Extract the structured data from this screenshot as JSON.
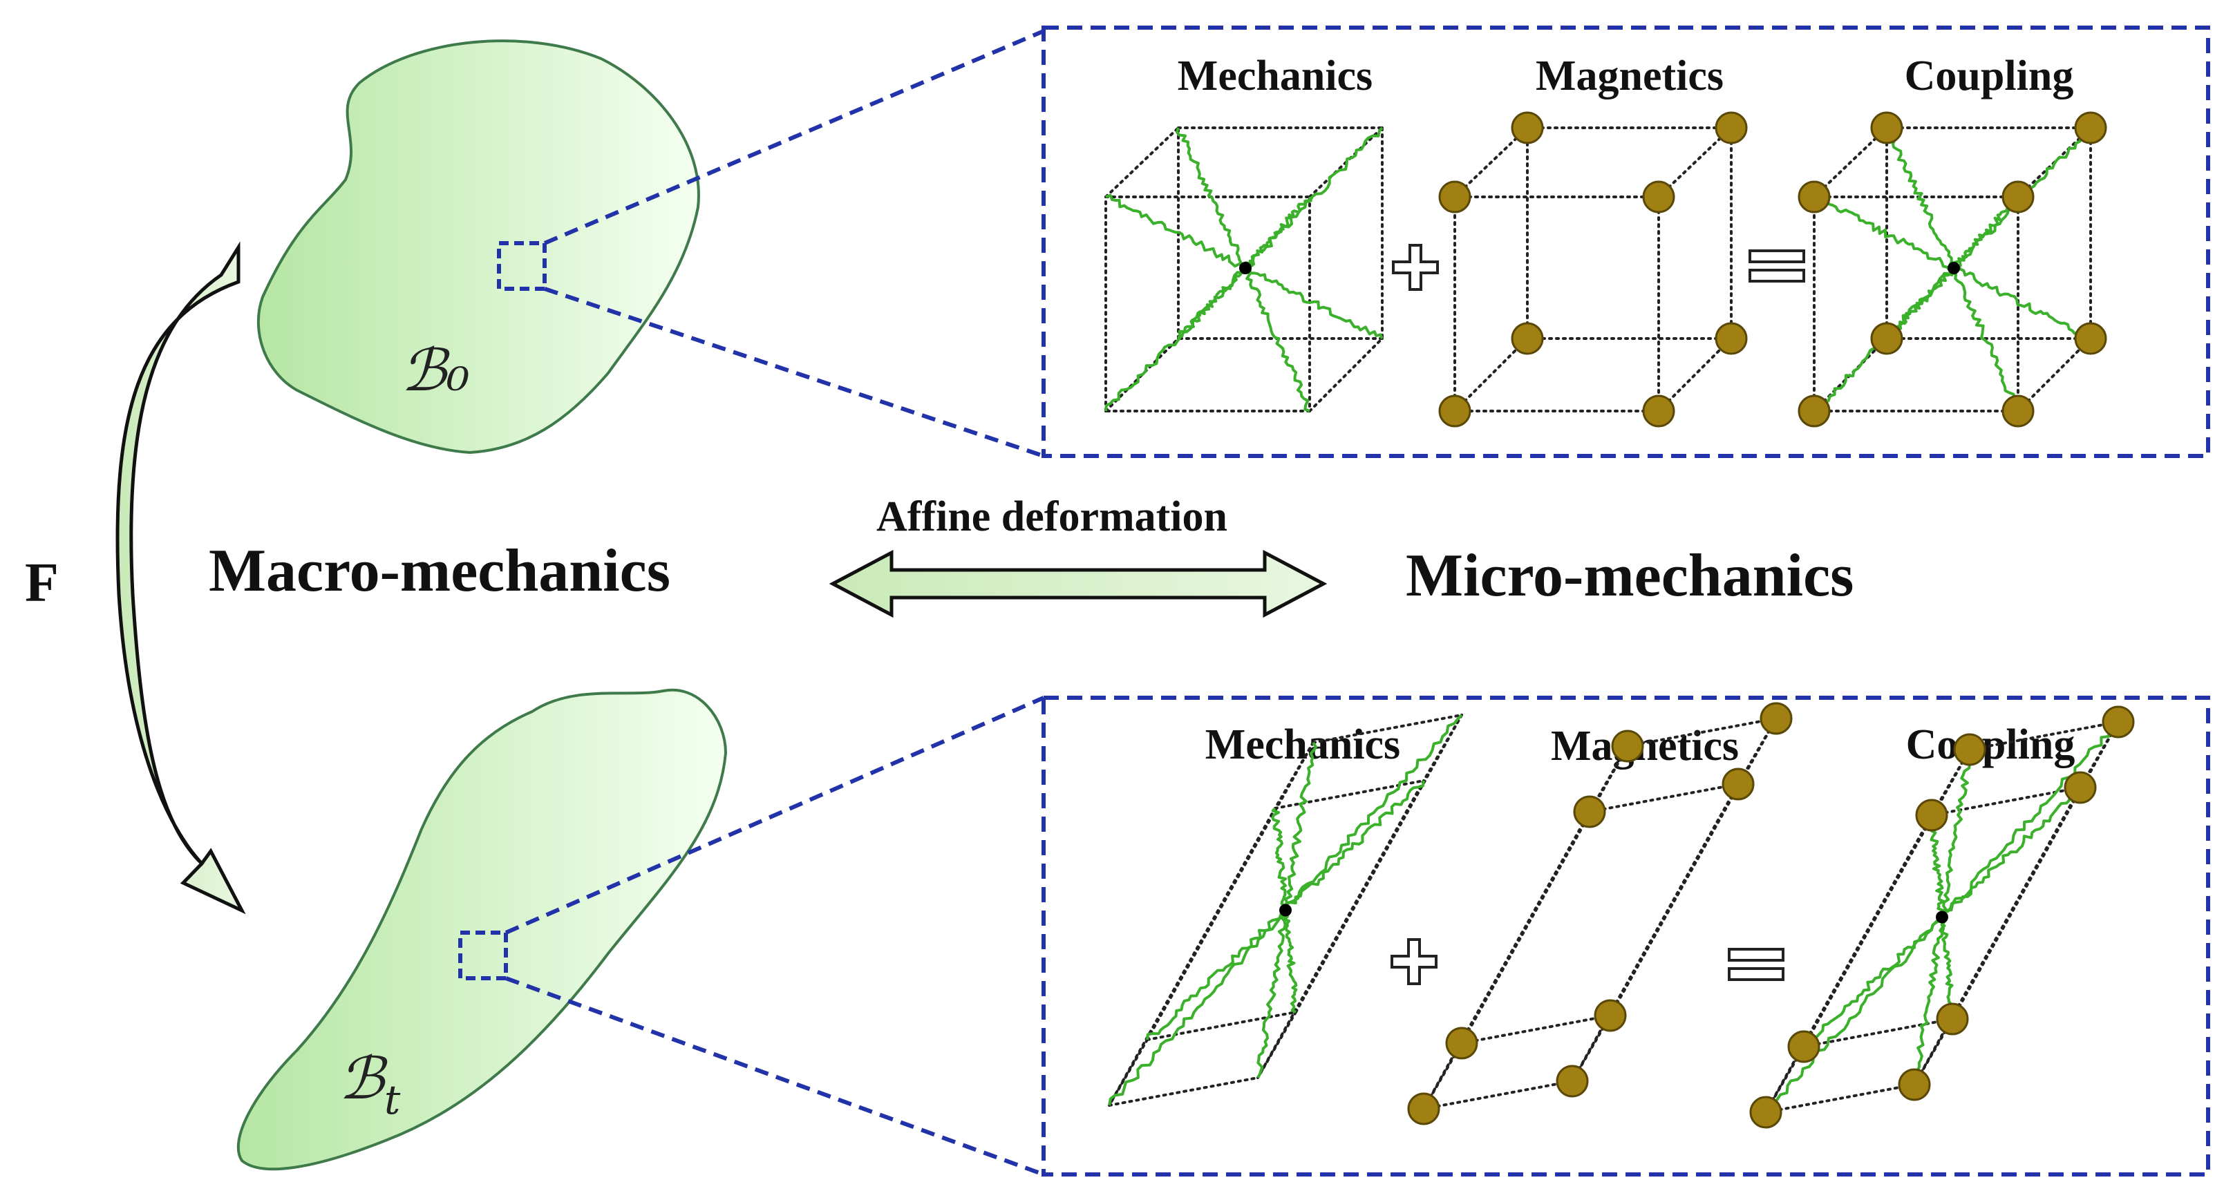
{
  "left_labels": {
    "body_reference": "ℬ₀",
    "body_current_main": "ℬ",
    "body_current_sub": "t",
    "map_label": "F"
  },
  "center": {
    "macro_label": "Macro-mechanics",
    "micro_label": "Micro-mechanics",
    "arrow_label": "Affine deformation"
  },
  "panels": [
    {
      "id": "undeformed",
      "cells": [
        {
          "title": "Mechanics"
        },
        {
          "title": "Magnetics"
        },
        {
          "title": "Coupling"
        }
      ],
      "operators": [
        "+",
        "="
      ]
    },
    {
      "id": "deformed",
      "cells": [
        {
          "title": "Mechanics"
        },
        {
          "title": "Magnetics"
        },
        {
          "title": "Coupling"
        }
      ],
      "operators": [
        "+",
        "="
      ]
    }
  ],
  "colors": {
    "body_fill_dark": "#b6e6a4",
    "body_fill_light": "#f4fff0",
    "frame_blue": "#2233aa",
    "chain_green": "#3bb02b",
    "node_gold": "#a08012",
    "arrow_fill": "#c9eab8"
  }
}
